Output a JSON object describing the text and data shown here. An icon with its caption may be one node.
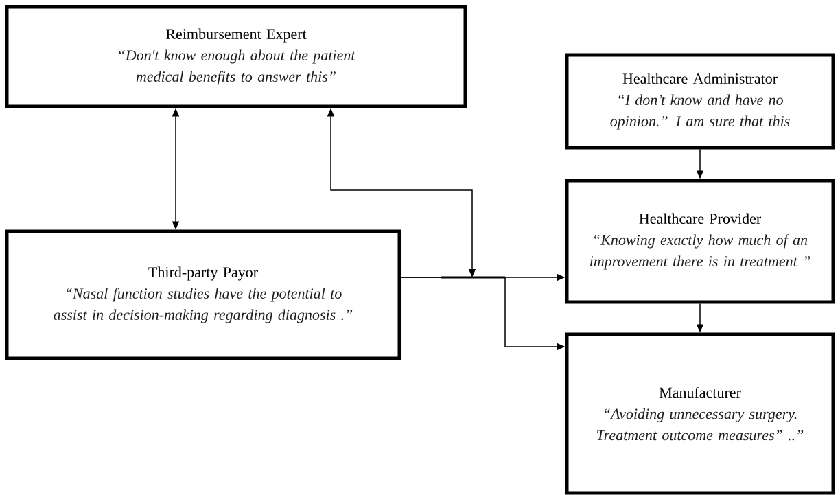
{
  "diagram": {
    "nodes": [
      {
        "text": [
          "Reimbursement Expert",
          "“Don't know enough about the patient medical benefits to answer this”"
        ]
      },
      {
        "text": [
          "Healthcare Administrator",
          "“I don’t know and have no opinion.”  I am sure that this"
        ]
      },
      {
        "text": [
          "Third-party Payor",
          "“Nasal function studies have the potential to assist in decision-making regarding diagnosis .”"
        ]
      },
      {
        "text": [
          "Healthcare Provider",
          "“Knowing exactly how much of an improvement there is in treatment ”"
        ]
      },
      {
        "text": [
          "Manufacturer",
          "“Avoiding unnecessary surgery. Treatment outcome measures” ..”"
        ]
      }
    ],
    "edges": [
      {
        "from": 0,
        "to": 2,
        "arrow": "both"
      },
      {
        "from": 2,
        "to": 3,
        "arrow": "to"
      },
      {
        "from": 2,
        "to": 4,
        "arrow": "to"
      },
      {
        "from": 1,
        "to": 3,
        "arrow": "to"
      },
      {
        "from": 3,
        "to": 4,
        "arrow": "to"
      },
      {
        "from": null,
        "to": 0,
        "arrow": "both"
      }
    ]
  }
}
